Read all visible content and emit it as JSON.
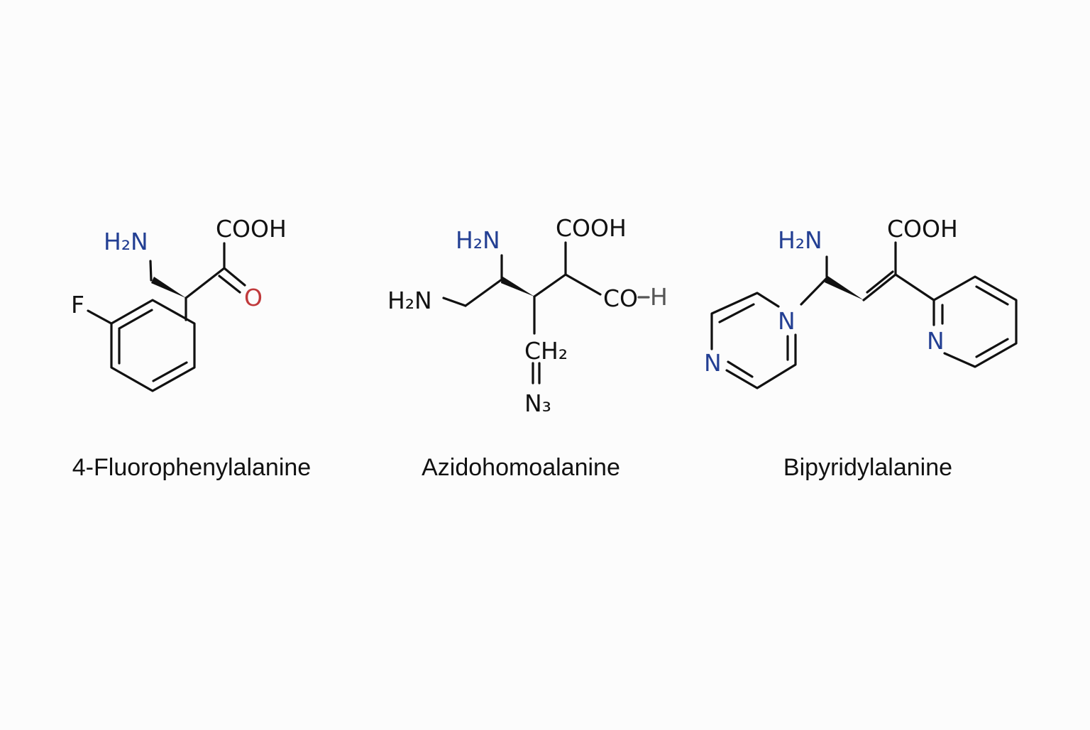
{
  "colors": {
    "background": "#fcfcfc",
    "bond": "#111111",
    "nitrogen": "#233f93",
    "oxygen": "#c0393b",
    "hydrogen_grey": "#555555"
  },
  "molecules": [
    {
      "name": "4-Fluorophenylalanine",
      "labels": {
        "amine": "H₂N",
        "carboxyl": "COOH",
        "carbonyl_oxygen": "O",
        "fluorine": "F"
      }
    },
    {
      "name": "Azidohomoalanine",
      "labels": {
        "amine_top": "H₂N",
        "amine_left": "H₂N",
        "carboxyl": "COOH",
        "carbonyl": "CO",
        "hydroxyl_h": "H",
        "methylene": "CH₂",
        "azide": "N₃"
      }
    },
    {
      "name": "Bipyridylalanine",
      "labels": {
        "amine": "H₂N",
        "carboxyl": "COOH",
        "ring_left_n1": "N",
        "ring_left_n2": "N",
        "ring_right_n": "N"
      }
    }
  ]
}
